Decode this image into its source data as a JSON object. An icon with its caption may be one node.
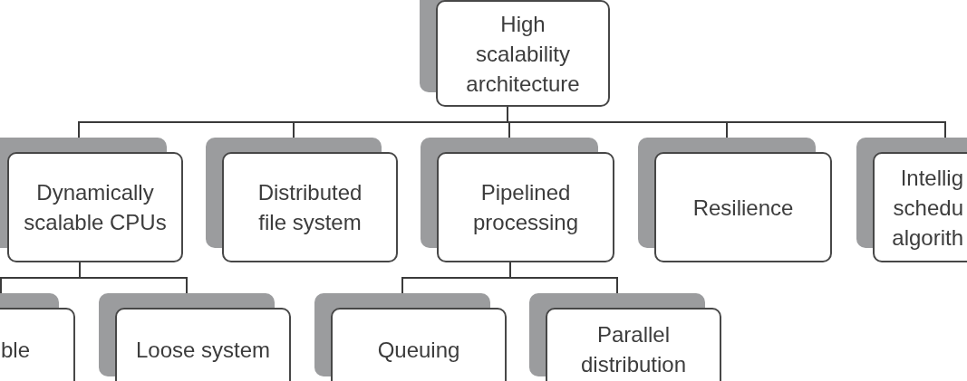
{
  "diagram": {
    "nodes": [
      {
        "text": [
          "High scalability architecture"
        ]
      },
      {
        "text": [
          "Dynamically scalable CPUs"
        ]
      },
      {
        "text": [
          "Distributed file system"
        ]
      },
      {
        "text": [
          "Pipelined processing"
        ]
      },
      {
        "text": [
          "Resilience"
        ]
      },
      {
        "text": [
          "Intellig schedu algorith"
        ]
      },
      {
        "text": [
          "ble"
        ]
      },
      {
        "text": [
          "Loose system"
        ]
      },
      {
        "text": [
          "Queuing"
        ]
      },
      {
        "text": [
          "Parallel distribution"
        ]
      }
    ],
    "edges": [
      {
        "from": 0,
        "to": 1,
        "arrow": "none"
      },
      {
        "from": 0,
        "to": 2,
        "arrow": "none"
      },
      {
        "from": 0,
        "to": 3,
        "arrow": "none"
      },
      {
        "from": 0,
        "to": 4,
        "arrow": "none"
      },
      {
        "from": 0,
        "to": 5,
        "arrow": "none"
      },
      {
        "from": 1,
        "to": 6,
        "arrow": "none"
      },
      {
        "from": 1,
        "to": 7,
        "arrow": "none"
      },
      {
        "from": 3,
        "to": 8,
        "arrow": "none"
      },
      {
        "from": 3,
        "to": 9,
        "arrow": "none"
      }
    ]
  }
}
